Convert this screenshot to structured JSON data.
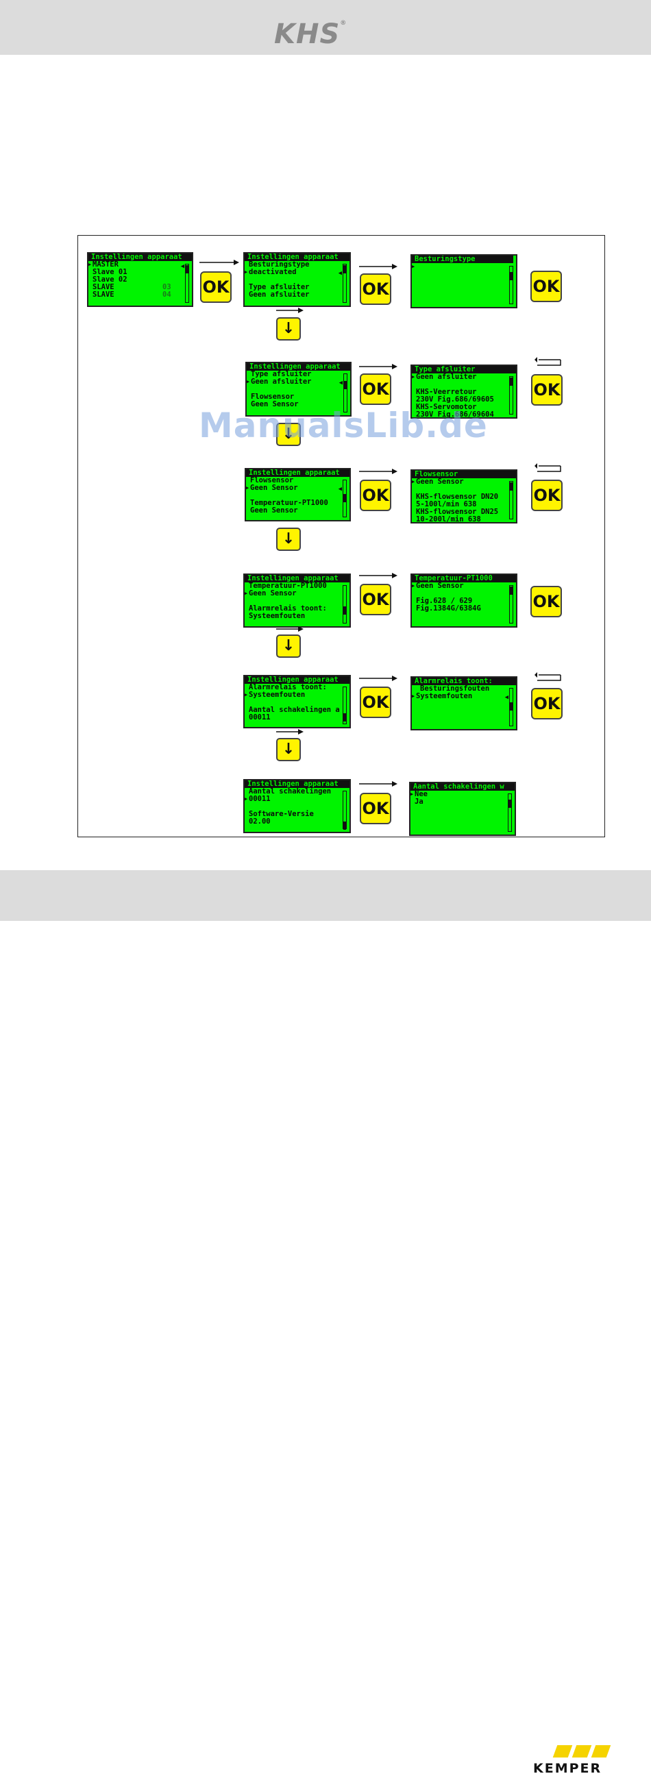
{
  "header": {
    "logo": "KHS",
    "logo_mark": "®"
  },
  "footer": {
    "brand": "KEMPER"
  },
  "watermark": "ManualsLib.de",
  "buttons": {
    "ok": "OK",
    "down": "↓"
  },
  "screens": {
    "s0": {
      "title": "Instellingen apparaat",
      "lines": [
        "MASTER",
        "Slave 01",
        "Slave 02",
        "SLAVE",
        "SLAVE"
      ],
      "nums": [
        "03",
        "04"
      ]
    },
    "s1": {
      "title": "Instellingen apparaat",
      "lines": [
        "Besturingstype",
        "deactivated",
        "Type afsluiter",
        "Geen afsluiter"
      ]
    },
    "s2": {
      "title": "Besturingstype",
      "lines": []
    },
    "s3": {
      "title": "Instellingen apparaat",
      "lines": [
        "Type afsluiter",
        "Geen afsluiter",
        "Flowsensor",
        "Geen Sensor"
      ]
    },
    "s4": {
      "title": "Type afsluiter",
      "lines": [
        "Geen afsluiter",
        "KHS-Veerretour",
        "230V Fig.686/69605",
        "KHS-Servomotor",
        "230V Fig.686/69604"
      ]
    },
    "s5": {
      "title": "Instellingen apparaat",
      "lines": [
        "Flowsensor",
        "Geen Sensor",
        "Temperatuur-PT1000",
        "Geen Sensor"
      ]
    },
    "s6": {
      "title": "Flowsensor",
      "lines": [
        "Geen Sensor",
        "KHS-flowsensor DN20",
        "5-100l/min 638",
        "KHS-flowsensor DN25",
        "10-200l/min 638"
      ]
    },
    "s7": {
      "title": "Instellingen apparaat",
      "lines": [
        "Temperatuur-PT1000",
        "Geen Sensor",
        "Alarmrelais toont:",
        "Systeemfouten"
      ]
    },
    "s8": {
      "title": "Temperatuur-PT1000",
      "lines": [
        "Geen Sensor",
        "Fig.628 / 629",
        "Fig.1384G/6384G"
      ]
    },
    "s9": {
      "title": "Instellingen apparaat",
      "lines": [
        "Alarmrelais toont:",
        "Systeemfouten",
        "Aantal schakelingen a",
        "00011"
      ]
    },
    "s10": {
      "title": "Alarmrelais toont:",
      "lines": [
        "Besturingsfouten",
        "Systeemfouten"
      ]
    },
    "s11": {
      "title": "Instellingen apparaat",
      "lines": [
        "Aantal schakelingen",
        "00011",
        "Software-Versie",
        "02.00"
      ]
    },
    "s12": {
      "title": "Aantal schakelingen w",
      "lines": [
        "Nee",
        "Ja"
      ]
    }
  }
}
